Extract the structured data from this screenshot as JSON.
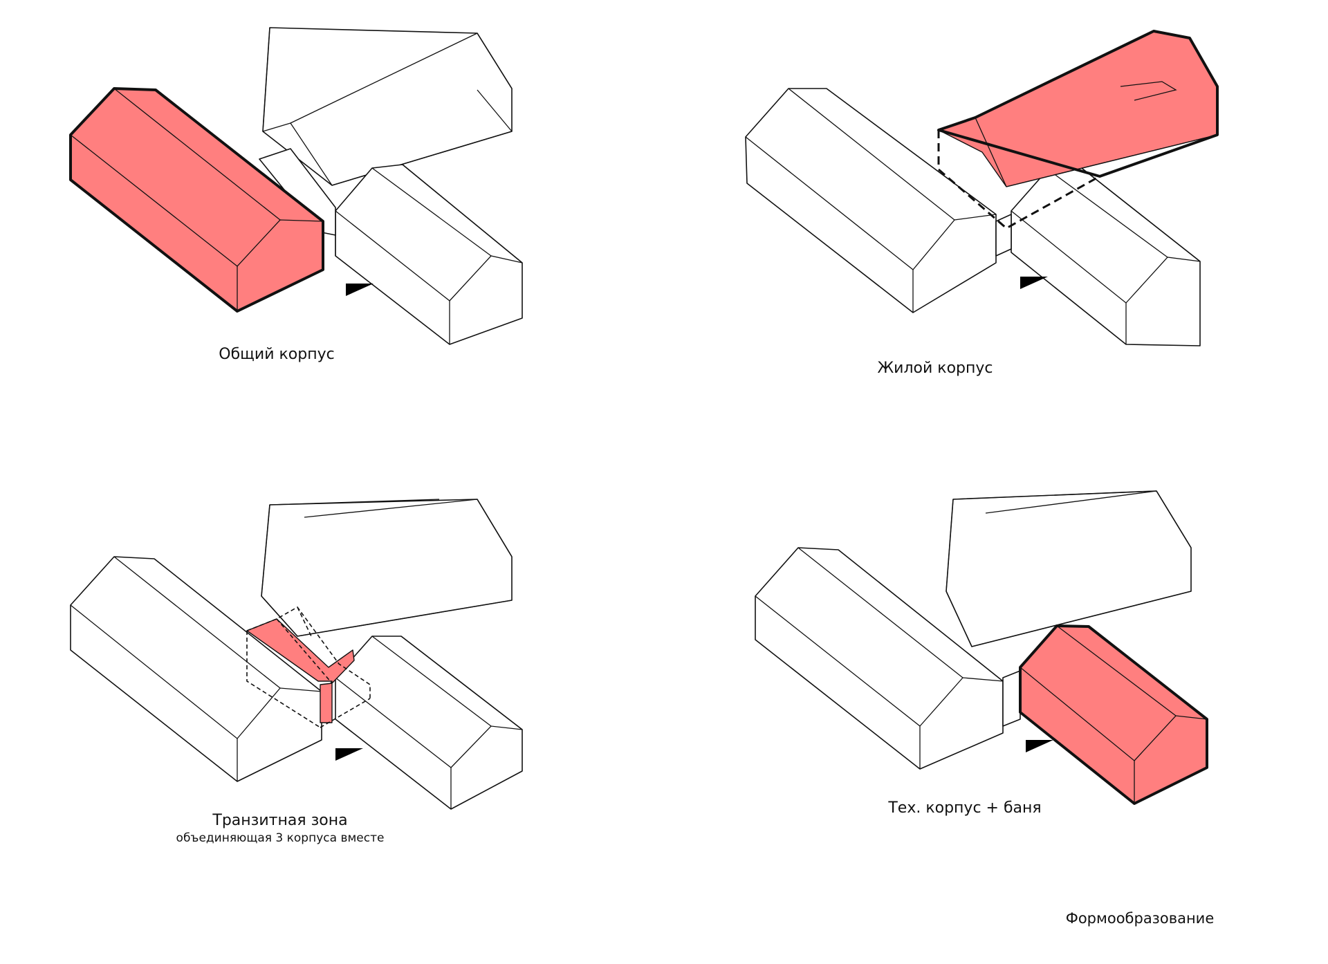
{
  "colors": {
    "highlight": "#ff7f7f",
    "outline": "#111111",
    "background": "#ffffff"
  },
  "panels": [
    {
      "caption": "Общий корпус"
    },
    {
      "caption": "Жилой корпус"
    },
    {
      "caption": "Транзитная зона",
      "subcaption": "объединяющая 3 корпуса вместе"
    },
    {
      "caption": "Тех. корпус + баня"
    }
  ],
  "page_title": "Формообразование",
  "icons": {
    "entrance_arrow": "entrance-arrow-icon"
  }
}
